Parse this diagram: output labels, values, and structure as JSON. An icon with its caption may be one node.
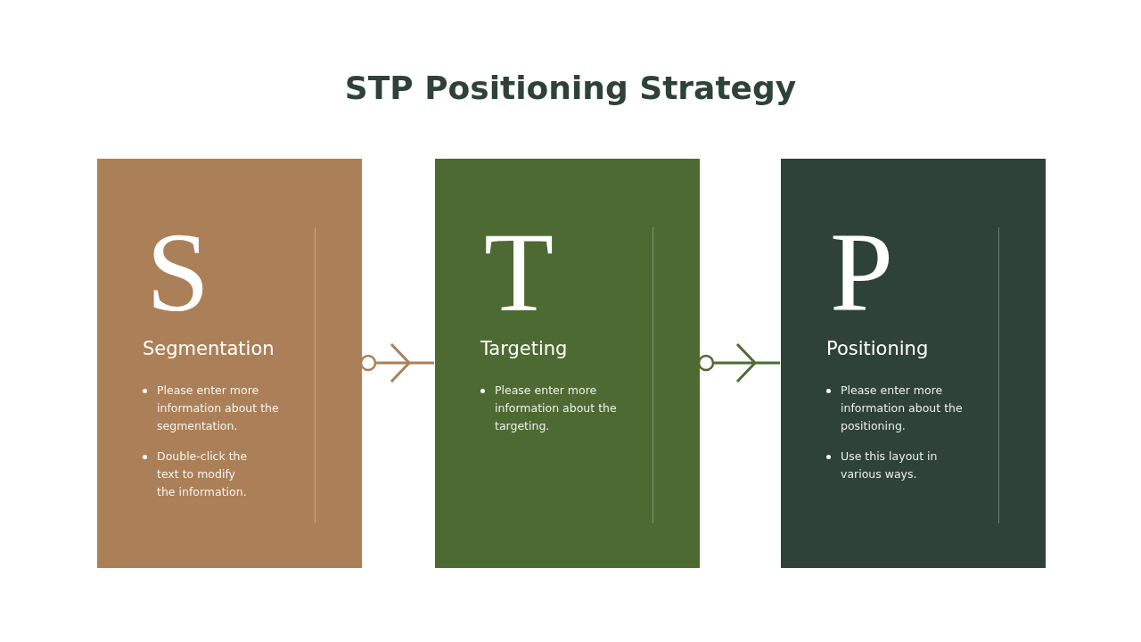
{
  "diagram": {
    "title": "STP Positioning Strategy",
    "nodes": [
      {
        "text": [
          "S",
          "Segmentation",
          "Please enter more information about the segmentation.",
          "Double-click the text to modify the information."
        ]
      },
      {
        "text": [
          "T",
          "Targeting",
          "Please enter more information about the targeting."
        ]
      },
      {
        "text": [
          "P",
          "Positioning",
          "Please enter more information about the positioning.",
          "Use this layout in various ways."
        ]
      }
    ],
    "edges": [
      {
        "from": 0,
        "to": 1,
        "arrow": "to",
        "color": "#ab8058"
      },
      {
        "from": 1,
        "to": 2,
        "arrow": "to",
        "color": "#4d6a33"
      }
    ]
  }
}
